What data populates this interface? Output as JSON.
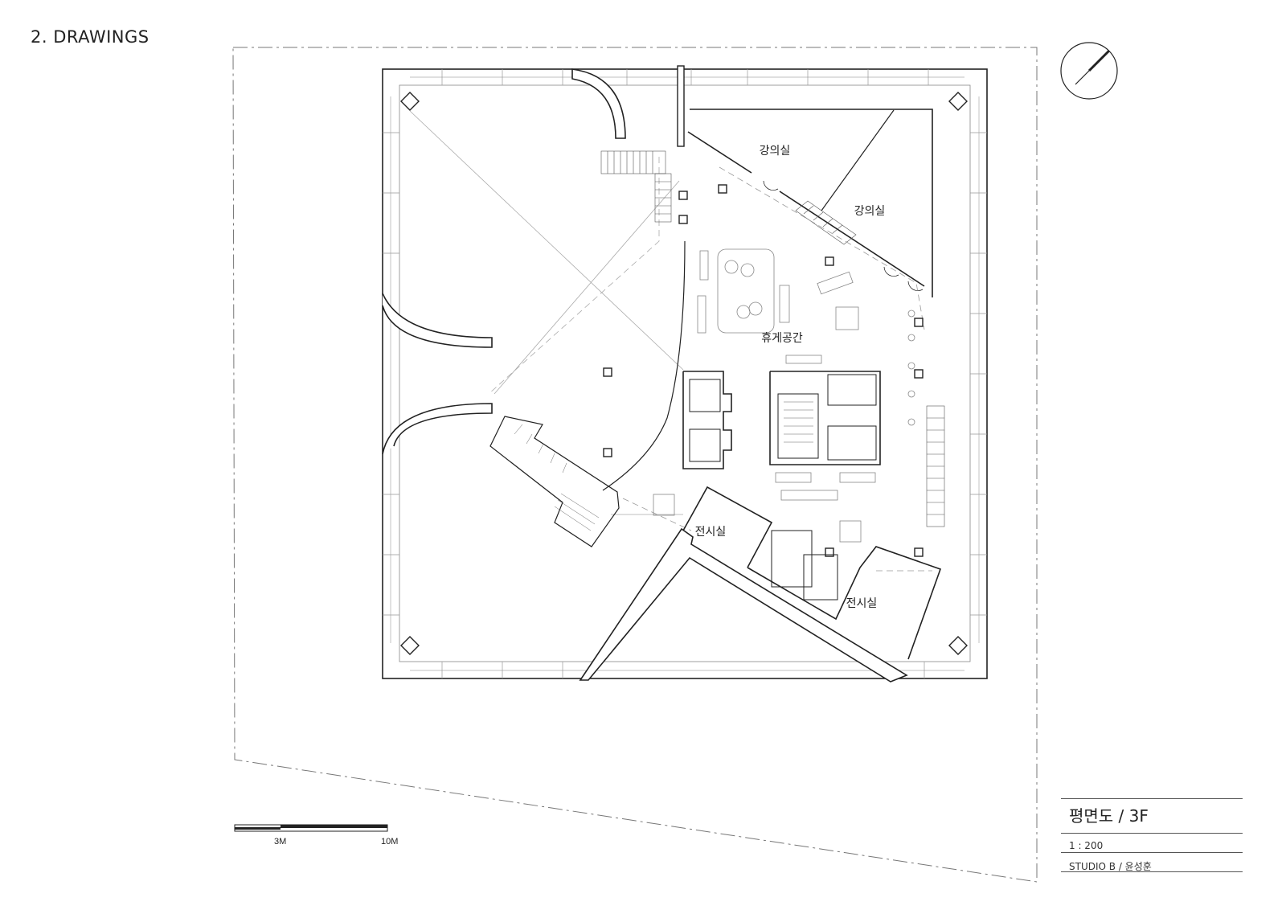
{
  "section_title": "2. DRAWINGS",
  "rooms": {
    "lecture_1": "강의실",
    "lecture_2": "강의실",
    "lounge": "휴게공간",
    "exhibition_1": "전시실",
    "exhibition_2": "전시실"
  },
  "scale_bar": {
    "label_3m": "3M",
    "label_10m": "10M"
  },
  "title_block": {
    "title": "평면도 / 3F",
    "scale": "1 : 200",
    "studio": "STUDIO B / 윤성훈"
  },
  "colors": {
    "line": "#222222",
    "light_line": "#9a9a9a",
    "fill": "#ffffff"
  }
}
